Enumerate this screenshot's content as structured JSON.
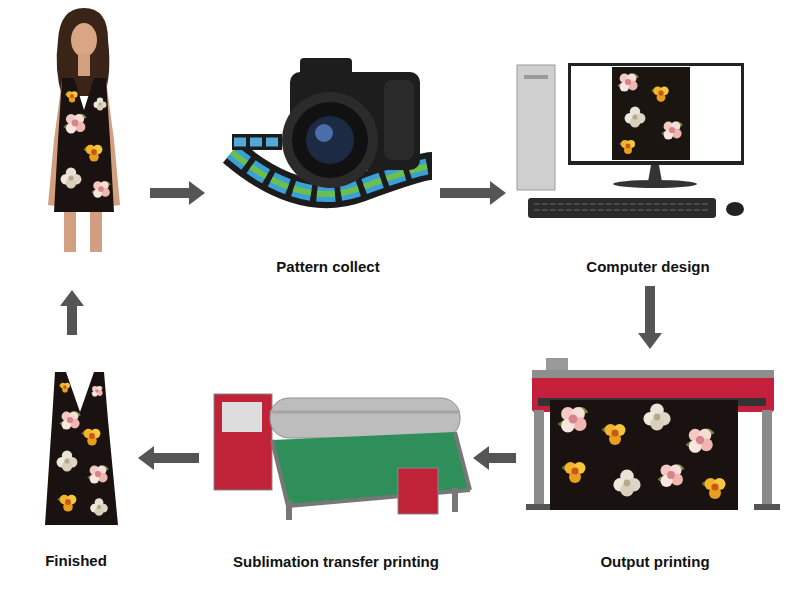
{
  "diagram": {
    "nodes": [
      {
        "text": [
          "Pattern collect"
        ]
      },
      {
        "text": [
          "Computer design"
        ]
      },
      {
        "text": [
          "Finished"
        ]
      },
      {
        "text": [
          "Sublimation transfer printing"
        ]
      },
      {
        "text": [
          "Output printing"
        ]
      }
    ],
    "edges": [
      {
        "from": 0,
        "to": 1,
        "arrow": "to"
      },
      {
        "from": 1,
        "to": 4,
        "arrow": "to"
      },
      {
        "from": 4,
        "to": 3,
        "arrow": "to"
      },
      {
        "from": 3,
        "to": 2,
        "arrow": "to"
      }
    ]
  }
}
